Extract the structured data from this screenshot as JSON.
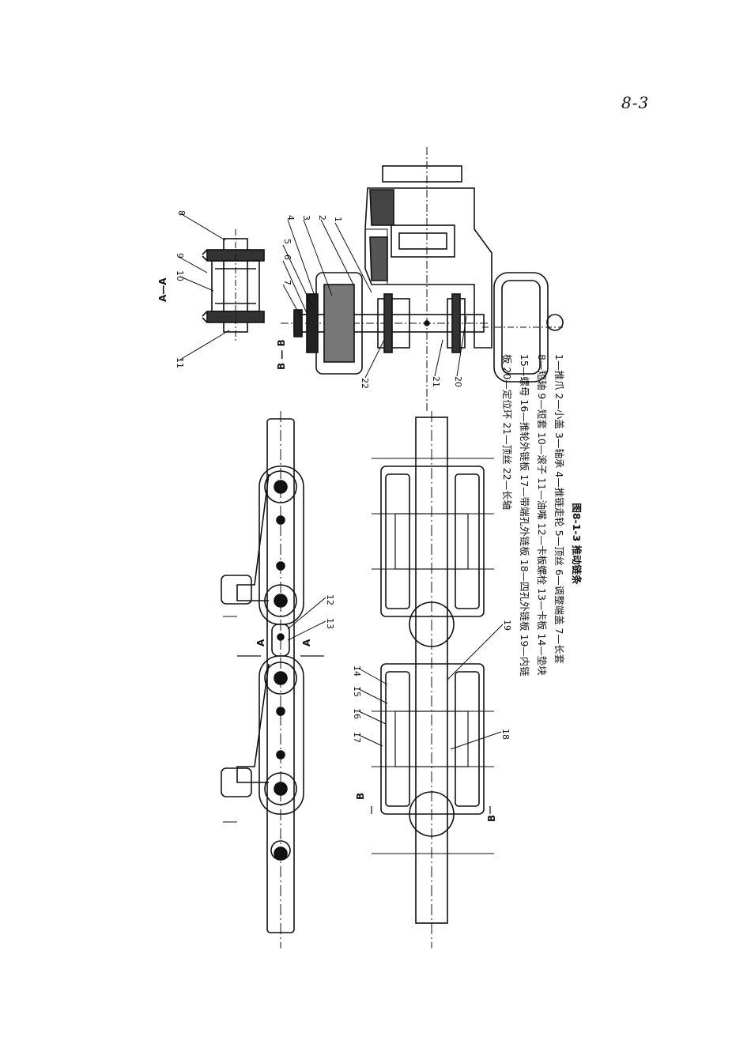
{
  "page_number": "8-3",
  "figure": {
    "title": "图8-1-3  推动链条",
    "legend_lines": [
      "1—推爪  2—小盖  3—轴承  4—推链走轮  5—顶丝  6—调整端盖  7—长套",
      "8—短轴  9—短套  10—滚子  11—油嘴  12—卡板螺栓  13—卡板  14—垫块",
      "15—螺母  16—推轮外链板  17—带端孔外链板  18—四孔外链板  19—内链",
      "板  20—定位环  21—顶丝  22—长轴"
    ]
  },
  "section_labels": {
    "aa": "A—A",
    "bb": "B — B",
    "a_mark": "A",
    "b_mark": "B"
  },
  "callouts": {
    "c1": "1",
    "c2": "2",
    "c3": "3",
    "c4": "4",
    "c5": "5",
    "c6": "6",
    "c7": "7",
    "c8": "8",
    "c9": "9",
    "c10": "10",
    "c11": "11",
    "c12": "12",
    "c13": "13",
    "c14": "14",
    "c15": "15",
    "c16": "16",
    "c17": "17",
    "c18": "18",
    "c19": "19",
    "c20": "20",
    "c21": "21",
    "c22": "22"
  }
}
